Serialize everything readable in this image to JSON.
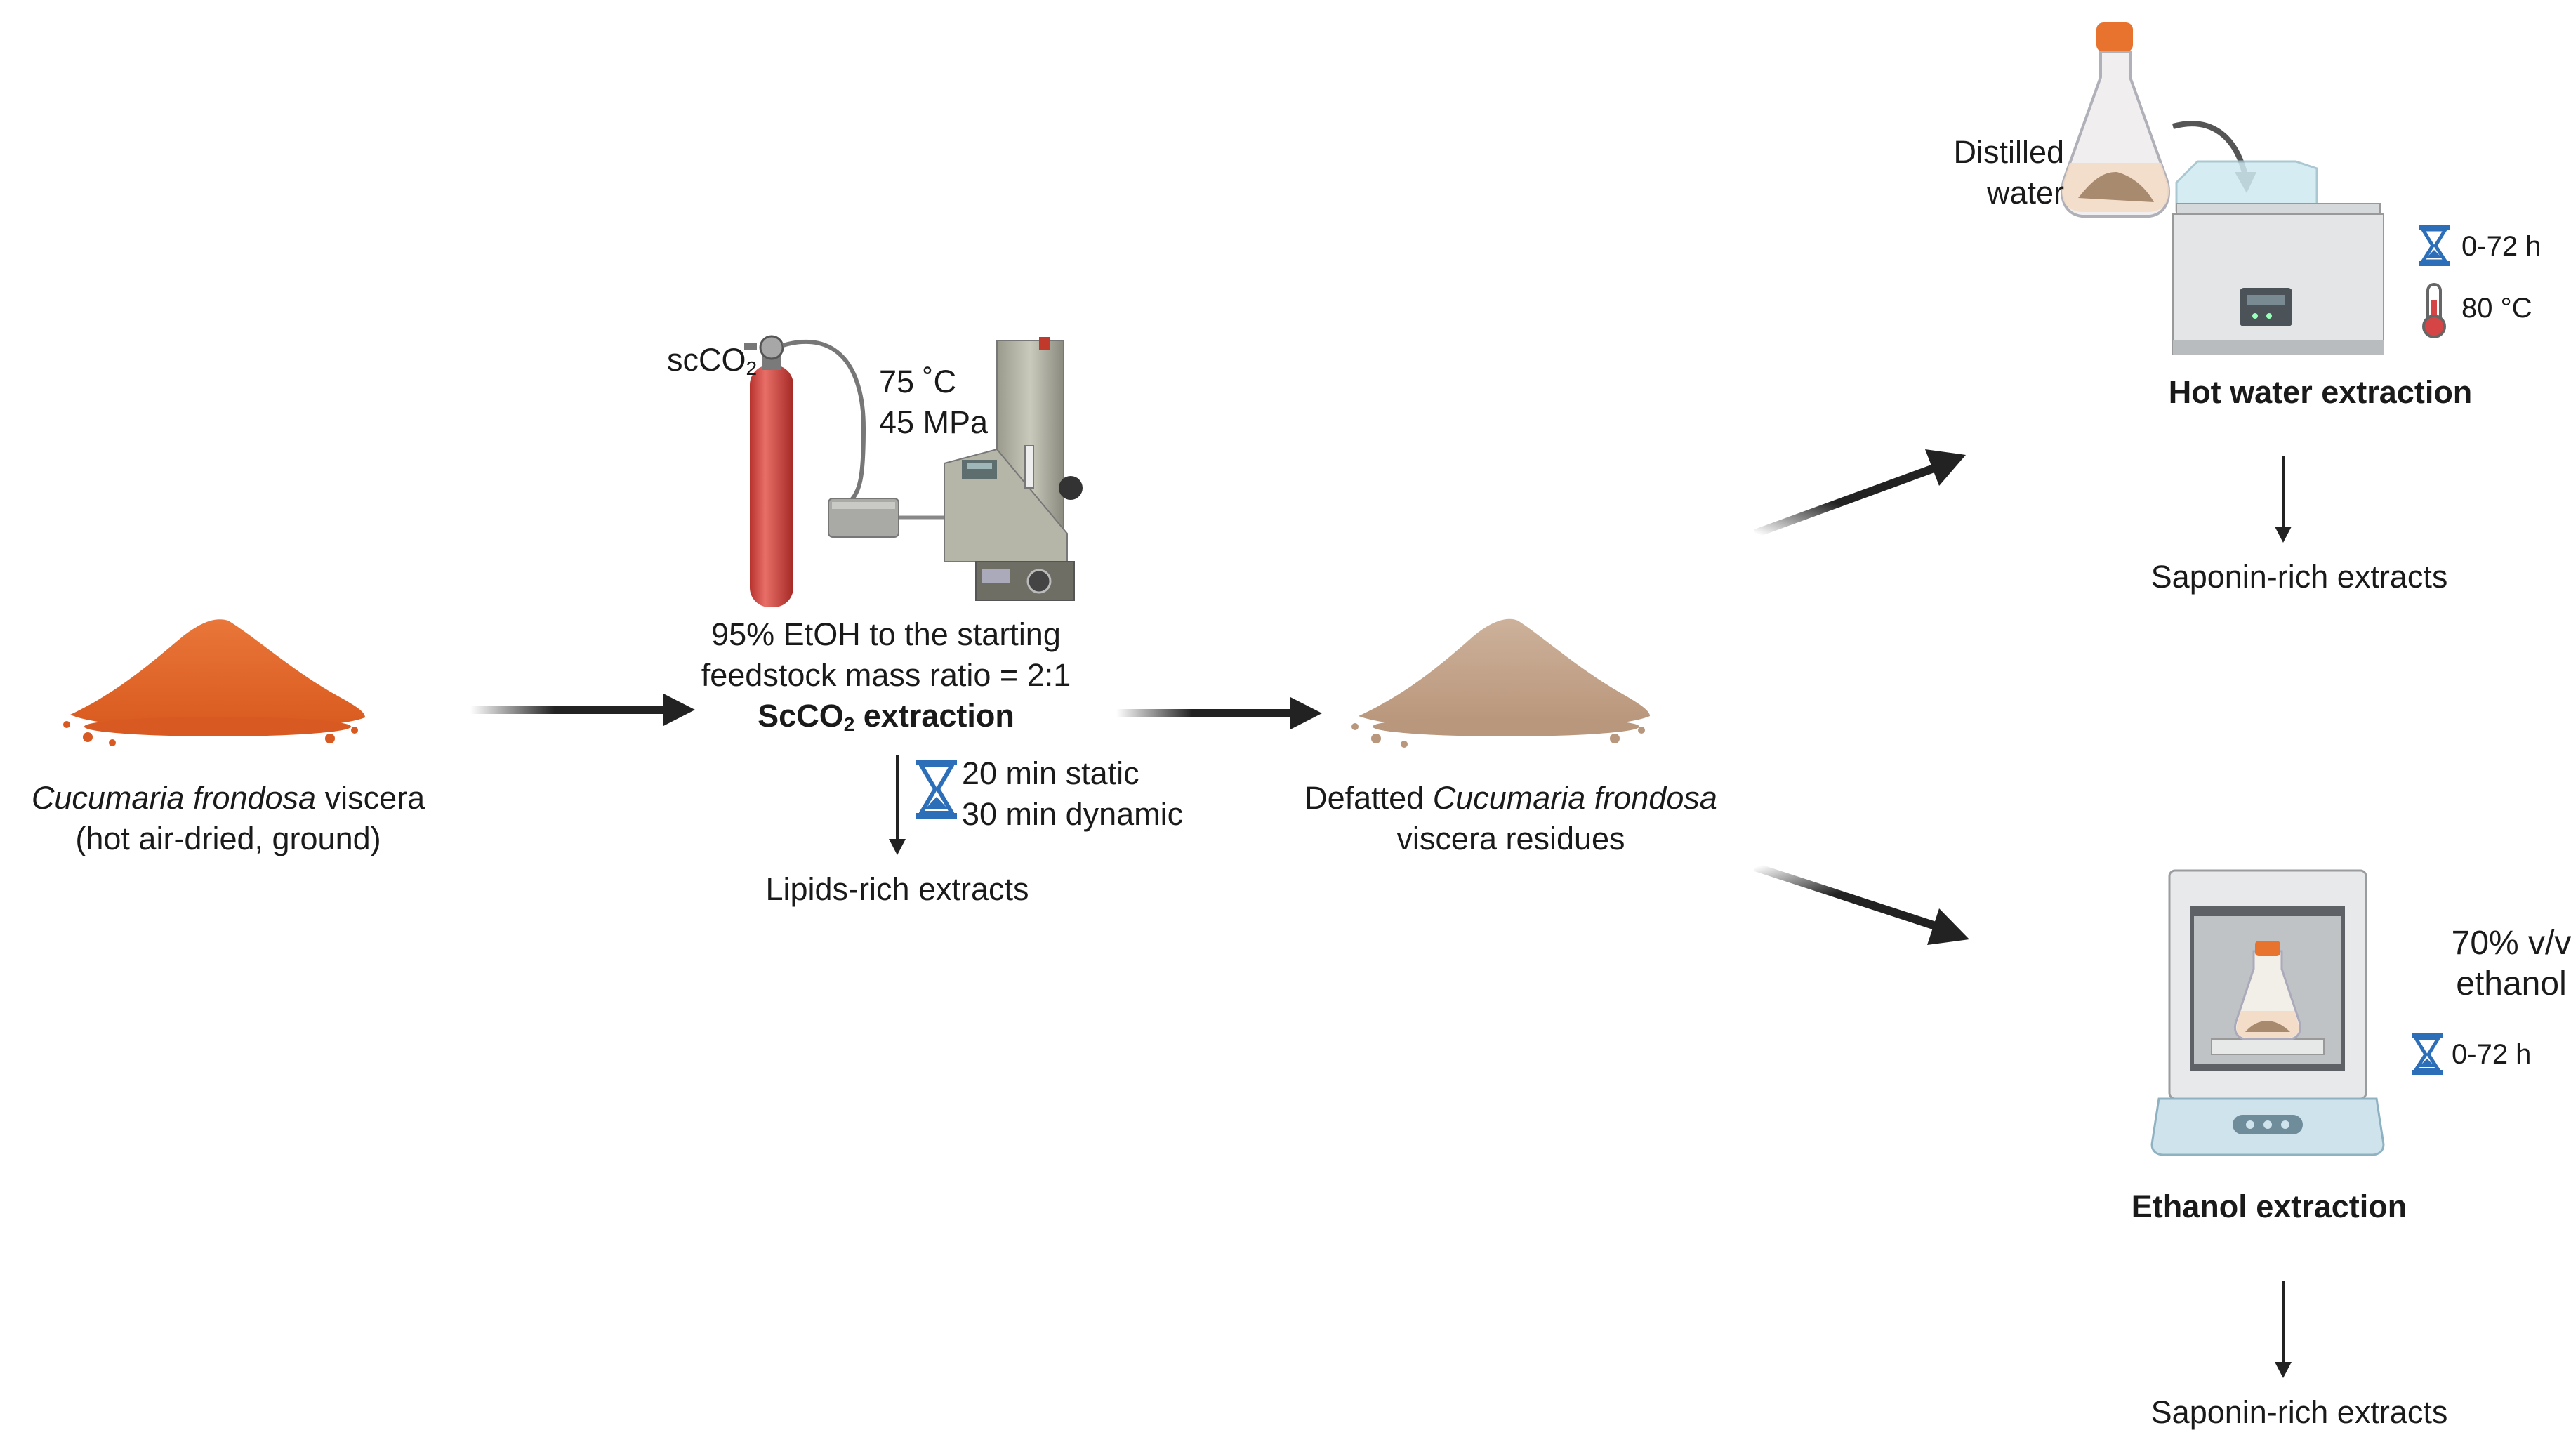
{
  "raw_material": {
    "species": "Cucumaria frondosa",
    "name_suffix": " viscera",
    "processing": "(hot air-dried, ground)"
  },
  "scco2_step": {
    "gas_prefix": "scCO",
    "gas_sub": "2",
    "temperature": "75 ˚C",
    "pressure": "45 MPa",
    "cosolvent_line1": "95% EtOH to the starting",
    "cosolvent_line2": "feedstock mass ratio = 2:1",
    "title_prefix": "ScCO",
    "title_sub": "2",
    "title_suffix": " extraction",
    "time_static": "20 min static",
    "time_dynamic": "30 min dynamic",
    "output": "Lipids-rich extracts"
  },
  "residue": {
    "line1_prefix": "Defatted ",
    "line1_species": "Cucumaria frondosa",
    "line2": "viscera residues"
  },
  "hot_water": {
    "solvent_line1": "Distilled",
    "solvent_line2": "water",
    "time": "0-72 h",
    "temperature": "80 °C",
    "title": "Hot water extraction",
    "output": "Saponin-rich extracts"
  },
  "ethanol": {
    "solvent_line1": "70% v/v",
    "solvent_line2": "ethanol",
    "time": "0-72 h",
    "title": "Ethanol extraction",
    "output": "Saponin-rich extracts"
  },
  "icons": [
    "powder-pile-icon",
    "gas-cylinder-icon",
    "sfe-instrument-icon",
    "hourglass-icon",
    "thermometer-icon",
    "flask-icon",
    "water-bath-icon",
    "incubator-shaker-icon"
  ],
  "colors": {
    "raw_powder": "#e0662a",
    "defatted_powder": "#c4a48a",
    "cylinder": "#d9554f",
    "arrow": "#222222",
    "hourglass": "#2c6fb8",
    "flask_cap": "#e8732e"
  }
}
